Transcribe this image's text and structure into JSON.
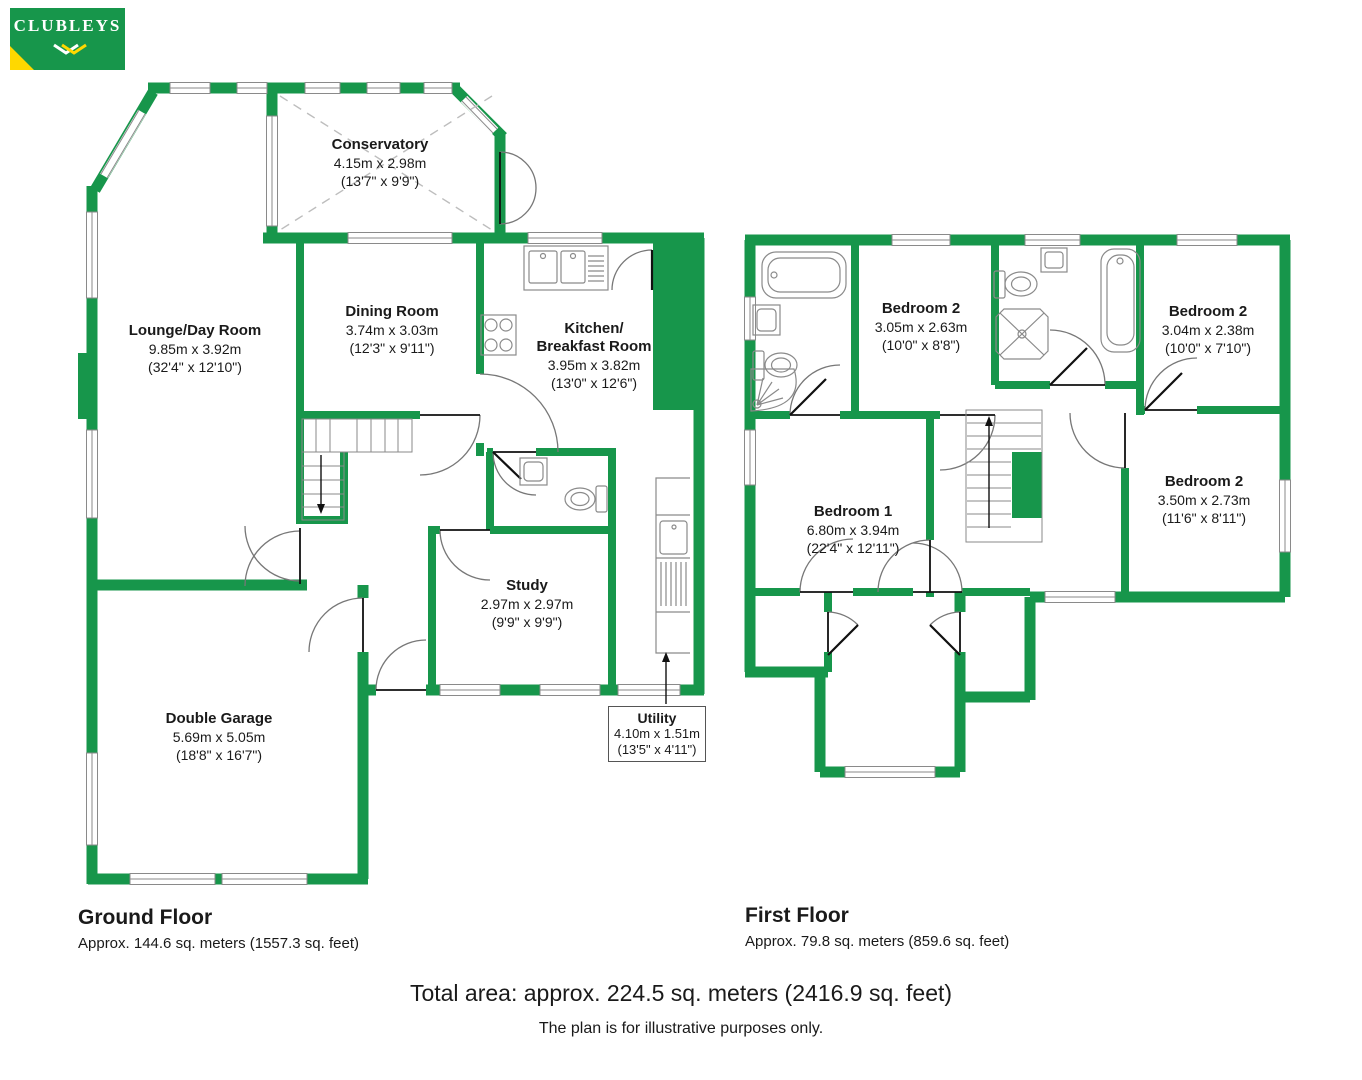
{
  "brand": {
    "name": "CLUBLEYS"
  },
  "colors": {
    "wall_green": "#17964B",
    "logo_yellow": "#FFD800",
    "line_gray": "#8a8a8a"
  },
  "ground_floor": {
    "title": "Ground Floor",
    "area": "Approx. 144.6 sq. meters (1557.3 sq. feet)",
    "rooms": {
      "conservatory": {
        "name": "Conservatory",
        "metric": "4.15m x 2.98m",
        "imperial": "(13'7\" x 9'9\")"
      },
      "lounge": {
        "name": "Lounge/Day Room",
        "metric": "9.85m x 3.92m",
        "imperial": "(32'4\" x 12'10\")"
      },
      "dining": {
        "name": "Dining Room",
        "metric": "3.74m x 3.03m",
        "imperial": "(12'3\" x 9'11\")"
      },
      "kitchen": {
        "name": "Kitchen/",
        "name2": "Breakfast Room",
        "metric": "3.95m x 3.82m",
        "imperial": "(13'0\" x 12'6\")"
      },
      "study": {
        "name": "Study",
        "metric": "2.97m x 2.97m",
        "imperial": "(9'9\" x 9'9\")"
      },
      "garage": {
        "name": "Double Garage",
        "metric": "5.69m x 5.05m",
        "imperial": "(18'8\" x 16'7\")"
      },
      "utility": {
        "name": "Utility",
        "metric": "4.10m x 1.51m",
        "imperial": "(13'5\" x 4'11\")"
      }
    }
  },
  "first_floor": {
    "title": "First Floor",
    "area": "Approx. 79.8 sq. meters (859.6 sq. feet)",
    "rooms": {
      "bedroom2_top_left": {
        "name": "Bedroom 2",
        "metric": "3.05m x 2.63m",
        "imperial": "(10'0\" x 8'8\")"
      },
      "bedroom2_top_right": {
        "name": "Bedroom 2",
        "metric": "3.04m x 2.38m",
        "imperial": "(10'0\" x 7'10\")"
      },
      "bedroom1": {
        "name": "Bedroom 1",
        "metric": "6.80m x 3.94m",
        "imperial": "(22'4\" x 12'11\")"
      },
      "bedroom2_right": {
        "name": "Bedroom 2",
        "metric": "3.50m x 2.73m",
        "imperial": "(11'6\" x 8'11\")"
      }
    }
  },
  "summary": {
    "total": "Total area: approx. 224.5 sq. meters (2416.9 sq. feet)",
    "disclaimer": "The plan is for illustrative purposes only."
  }
}
